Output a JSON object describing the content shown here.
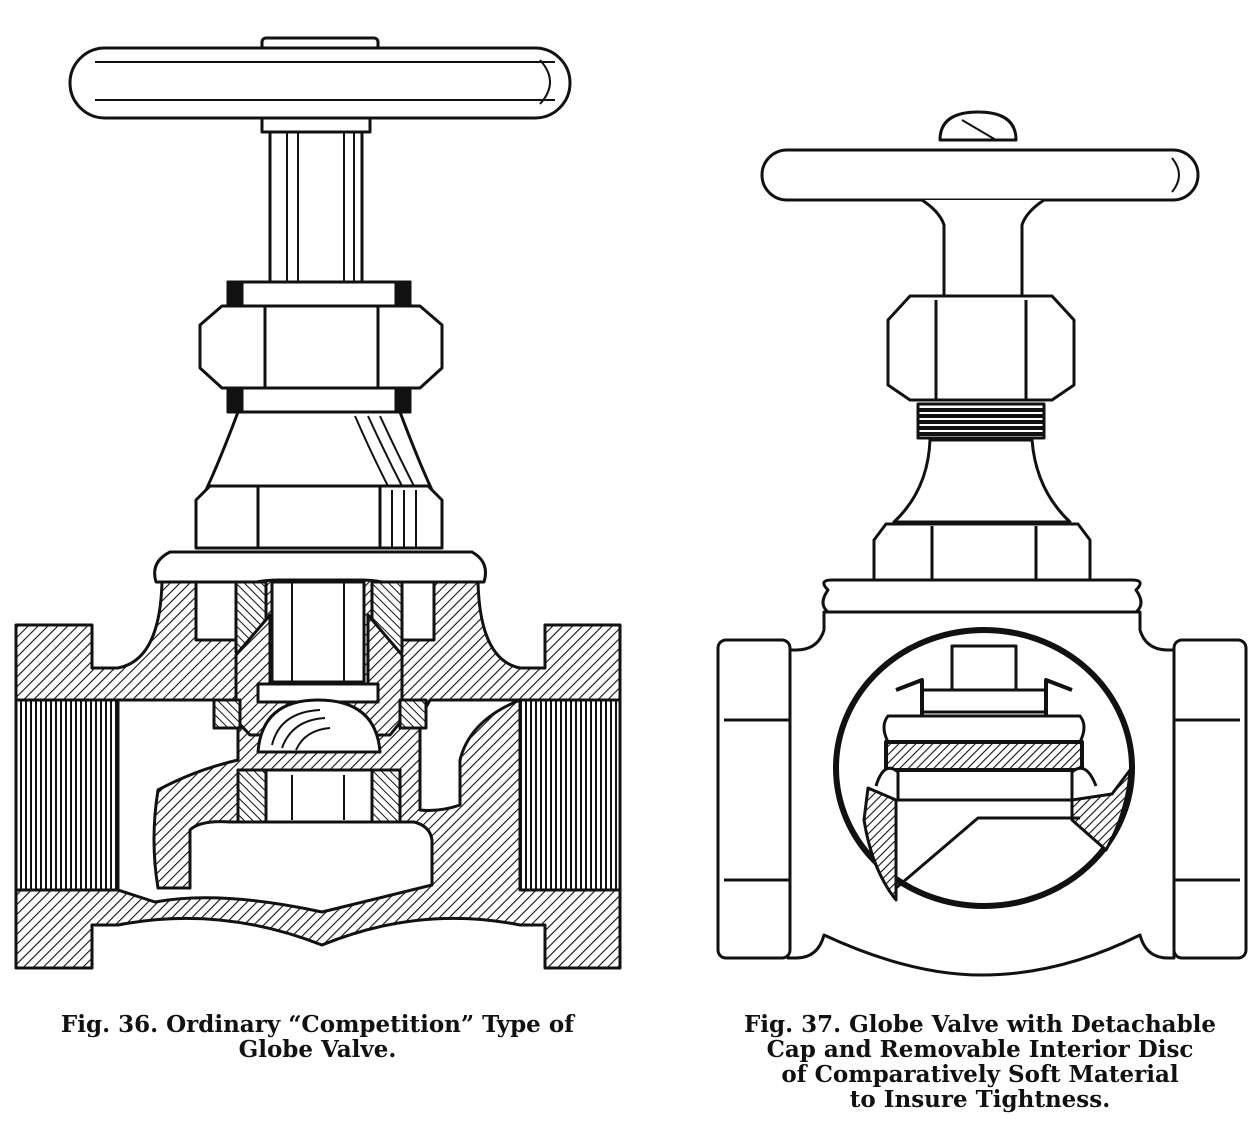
{
  "figures": [
    {
      "id": "fig-36",
      "caption_lines": [
        "Fig. 36.  Ordinary “Competition” Type of",
        "Globe Valve."
      ]
    },
    {
      "id": "fig-37",
      "caption_lines": [
        "Fig. 37.   Globe Valve with Detachable",
        "Cap and Removable Interior  Disc",
        "of Comparatively Soft Material",
        "to Insure  Tightness."
      ]
    }
  ],
  "colors": {
    "ink": "#111111",
    "paper": "#ffffff"
  },
  "style": "black-and-white line engraving"
}
